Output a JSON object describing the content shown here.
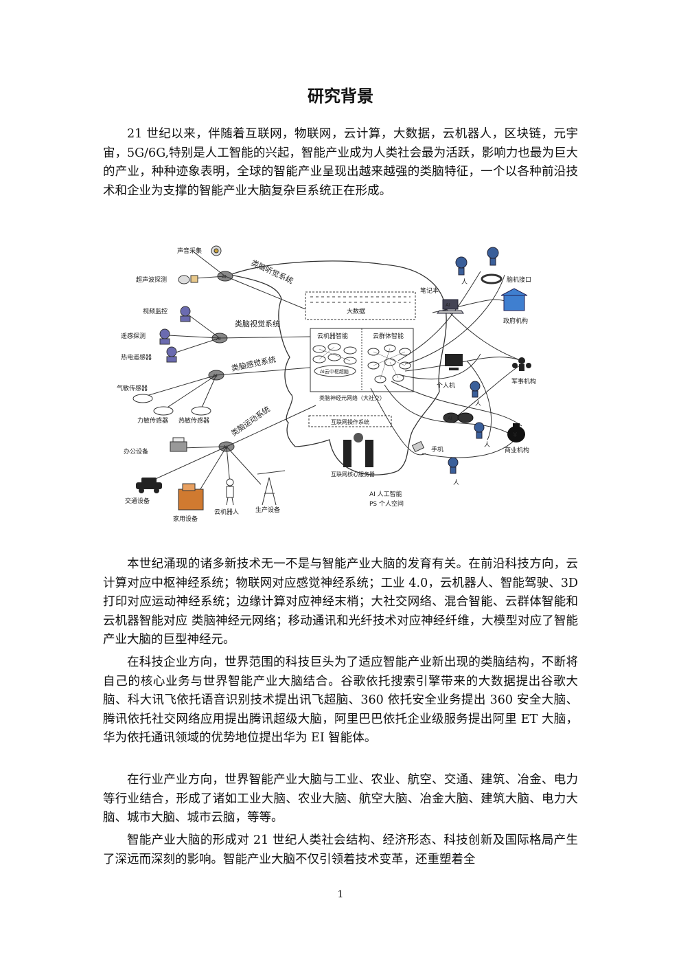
{
  "title": "研究背景",
  "paragraphs": [
    "21 世纪以来，伴随着互联网，物联网，云计算，大数据，云机器人，区块链，元宇宙，5G/6G,特别是人工智能的兴起，智能产业成为人类社会最为活跃，影响力也最为巨大的产业，种种迹象表明，全球的智能产业呈现出越来越强的类脑特征，一个以各种前沿技术和企业为支撑的智能产业大脑复杂巨系统正在形成。",
    "本世纪涌现的诸多新技术无一不是与智能产业大脑的发育有关。在前沿科技方向，云计算对应中枢神经系统；物联网对应感觉神经系统；工业 4.0，云机器人、智能驾驶、3D 打印对应运动神经系统；边缘计算对应神经末梢；大社交网络、混合智能、云群体智能和云机器智能对应 类脑神经元网络；移动通讯和光纤技术对应神经纤维，大模型对应了智能产业大脑的巨型神经元。",
    "在科技企业方向，世界范围的科技巨头为了适应智能产业新出现的类脑结构，不断将自己的核心业务与世界智能产业大脑结合。谷歌依托搜索引擎带来的大数据提出谷歌大脑、科大讯飞依托语音识别技术提出讯飞超脑、360 依托安全业务提出 360 安全大脑、腾讯依托社交网络应用提出腾讯超级大脑，阿里巴巴依托企业级服务提出阿里 ET 大脑，华为依托通讯领域的优势地位提出华为 EI 智能体。",
    "在行业产业方向，世界智能产业大脑与工业、农业、航空、交通、建筑、冶金、电力等行业结合，形成了诸如工业大脑、农业大脑、航空大脑、冶金大脑、建筑大脑、电力大脑、城市大脑、城市云脑，等等。",
    "智能产业大脑的形成对 21 世纪人类社会结构、经济形态、科技创新及国际格局产生了深远而深刻的影响。智能产业大脑不仅引领着技术变革，还重塑着全"
  ],
  "figure": {
    "labels": {
      "sound": "声音采集",
      "ultrasonic": "超声波探测",
      "auditory": "类脑听觉系统",
      "video": "视频监控",
      "remote": "遥感探测",
      "thermal": "热电遥感器",
      "visual": "类脑视觉系统",
      "gas": "气敏传感器",
      "sensory": "类脑感觉系统",
      "pressure": "力敏传感器",
      "heat": "热敏传感器",
      "motor": "类脑运动系统",
      "office": "办公设备",
      "traffic": "交通设备",
      "home": "家用设备",
      "robot": "云机器人",
      "production": "生产设备",
      "bigdata": "大数据",
      "cloud_machine": "云机器智能",
      "cloud_group": "云群体智能",
      "ai_supercenter": "AI云中枢超脑",
      "neuron_net": "类脑神经元网络（大社交）",
      "os": "互联网操作系统",
      "server": "互联网核心服务器",
      "notebook": "笔记本",
      "bci": "脑机接口",
      "gov": "政府机构",
      "pc": "个人机",
      "military": "军事机构",
      "phone": "手机",
      "business": "商业机构",
      "person": "人",
      "ai": "AI",
      "ps": "PS",
      "yen": "¥",
      "legend_ai": "AI  人工智能",
      "legend_ps": "PS  个人空间"
    }
  },
  "page_number": "1"
}
